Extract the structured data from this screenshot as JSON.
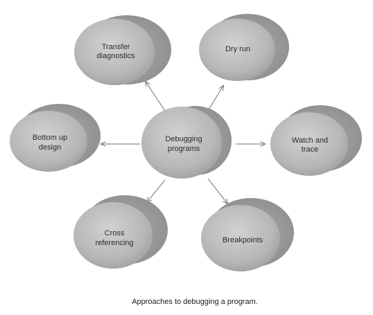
{
  "diagram": {
    "center": {
      "label_line1": "Debugging",
      "label_line2": "programs"
    },
    "nodes": [
      {
        "id": "transfer",
        "label_line1": "Transfer",
        "label_line2": "diagnostics"
      },
      {
        "id": "dry-run",
        "label_line1": "Dry run",
        "label_line2": ""
      },
      {
        "id": "watch",
        "label_line1": "Watch and",
        "label_line2": "trace"
      },
      {
        "id": "breakpoints",
        "label_line1": "Breakpoints",
        "label_line2": ""
      },
      {
        "id": "cross",
        "label_line1": "Cross",
        "label_line2": "referencing"
      },
      {
        "id": "bottom-up",
        "label_line1": "Bottom up",
        "label_line2": "design"
      }
    ],
    "caption": "Approaches to debugging a program."
  },
  "colors": {
    "bubble_fill": "#b9b9b9",
    "bubble_shadow": "#909090",
    "arrow": "#707070"
  }
}
